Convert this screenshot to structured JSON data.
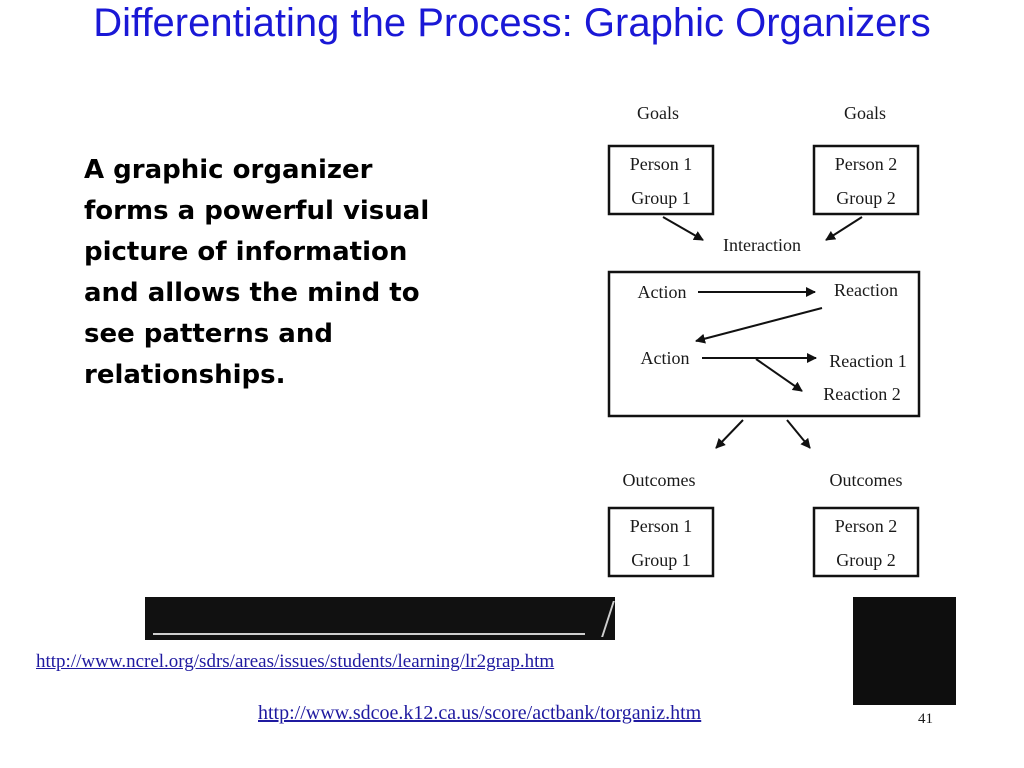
{
  "slide": {
    "title": "Differentiating the Process: Graphic Organizers",
    "body": "A graphic organizer forms a powerful visual picture of information and allows the mind to see patterns and relationships.",
    "page_number": "41"
  },
  "diagram": {
    "goals_left_label": "Goals",
    "goals_right_label": "Goals",
    "goals_left_box": [
      "Person 1",
      "Group 1"
    ],
    "goals_right_box": [
      "Person 2",
      "Group 2"
    ],
    "interaction_label": "Interaction",
    "action_1": "Action",
    "reaction": "Reaction",
    "action_2": "Action",
    "reaction_1": "Reaction 1",
    "reaction_2": "Reaction 2",
    "outcomes_left_label": "Outcomes",
    "outcomes_right_label": "Outcomes",
    "outcomes_left_box": [
      "Person 1",
      "Group 1"
    ],
    "outcomes_right_box": [
      "Person 2",
      "Group 2"
    ]
  },
  "links": {
    "link_1": "http://www.ncrel.org/sdrs/areas/issues/students/learning/lr2grap.htm",
    "link_2": "http://www.sdcoe.k12.ca.us/score/actbank/torganiz.htm"
  },
  "colors": {
    "title": "#1a18d6",
    "link": "#1f1aa0",
    "text": "#000000"
  }
}
